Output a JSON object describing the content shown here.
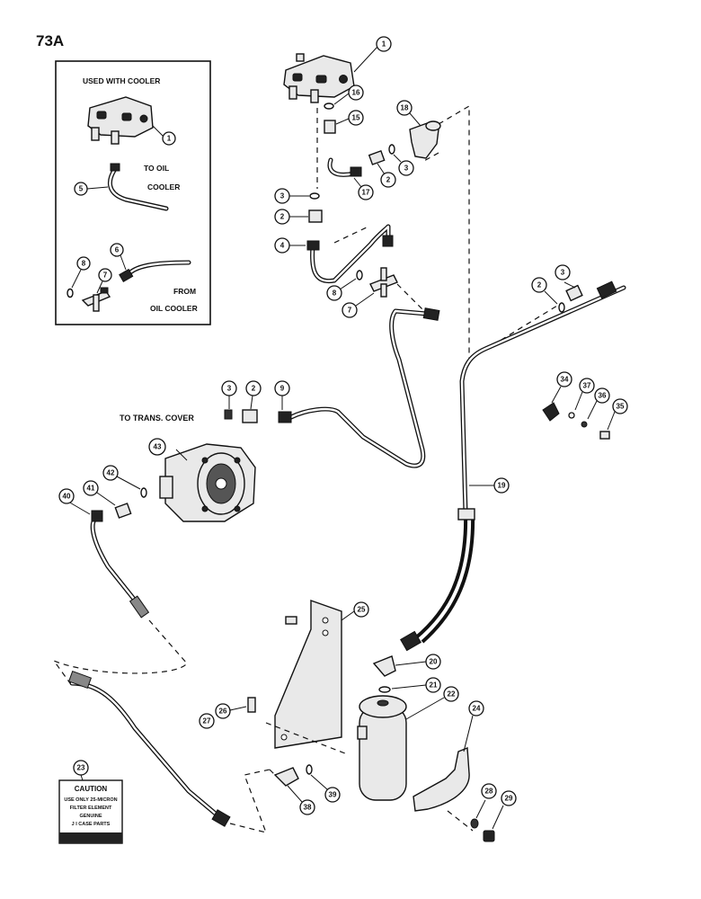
{
  "page_number": "73A",
  "inset": {
    "title": "USED WITH COOLER",
    "to_label_1": "TO OIL",
    "to_label_2": "COOLER",
    "from_label_1": "FROM",
    "from_label_2": "OIL COOLER",
    "callouts": [
      "1",
      "5",
      "6",
      "8",
      "7"
    ]
  },
  "trans_label": "TO TRANS. COVER",
  "caution": {
    "heading": "CAUTION",
    "line1": "USE ONLY 25-MICRON",
    "line2": "FILTER ELEMENT",
    "line3": "GENUINE",
    "line4": "J I CASE PARTS"
  },
  "callouts": [
    "1",
    "16",
    "15",
    "18",
    "3",
    "2",
    "17",
    "3",
    "2",
    "4",
    "8",
    "7",
    "2",
    "3",
    "3",
    "2",
    "9",
    "34",
    "37",
    "36",
    "35",
    "43",
    "42",
    "41",
    "40",
    "19",
    "25",
    "20",
    "21",
    "22",
    "24",
    "27",
    "26",
    "28",
    "29",
    "23",
    "38",
    "39"
  ]
}
